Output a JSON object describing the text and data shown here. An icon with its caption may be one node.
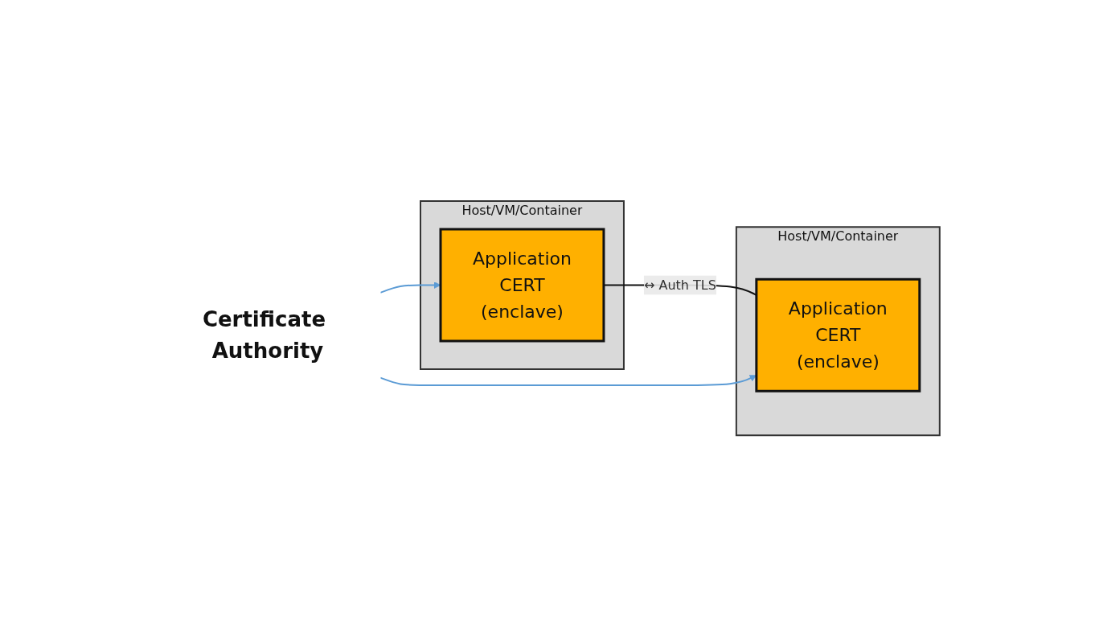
{
  "diagram": {
    "nodes": [
      {
        "text": [
          "Host/VM/Container"
        ]
      },
      {
        "text": [
          "Application",
          "CERT",
          "(enclave)"
        ],
        "in": 0
      },
      {
        "text": [
          "Host/VM/Container"
        ]
      },
      {
        "text": [
          "Application",
          "CERT",
          "(enclave)"
        ],
        "in": 2
      },
      {
        "text": [
          "Certificate Authority"
        ]
      }
    ],
    "edges": [
      {
        "from": 1,
        "to": 3,
        "arrow": "none",
        "label": "↔ Auth TLS",
        "color": "#111111"
      },
      {
        "from": 4,
        "to": 1,
        "arrow": "to",
        "color": "#5b9bd5"
      },
      {
        "from": 4,
        "to": 3,
        "arrow": "to",
        "color": "#5b9bd5"
      }
    ]
  }
}
